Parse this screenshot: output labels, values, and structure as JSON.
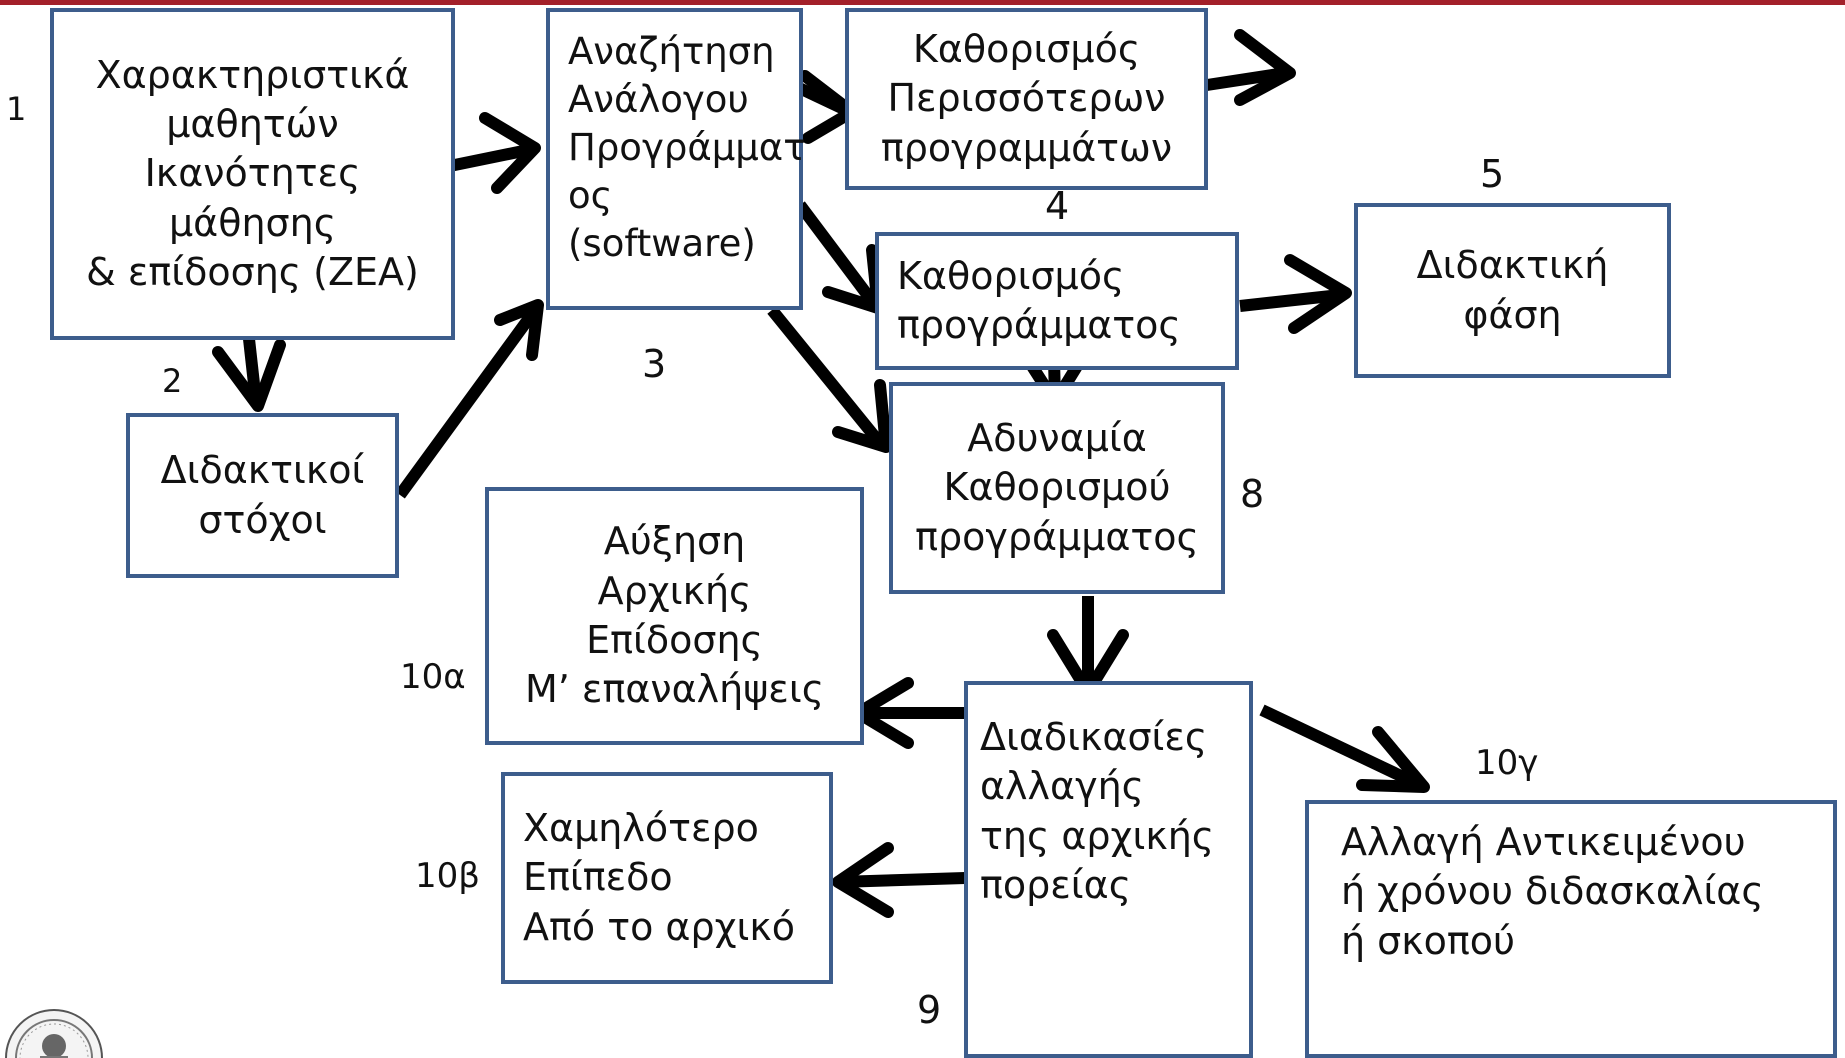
{
  "colors": {
    "box_border": "#3d5d8c",
    "top_bar": "#a3202a",
    "arrow": "#000000"
  },
  "boxes": {
    "b1": {
      "lines": [
        "Χαρακτηριστικά",
        "μαθητών",
        "Ικανότητες",
        "μάθησης",
        "& επίδοσης (ΖΕΑ)"
      ]
    },
    "b2": {
      "lines": [
        "Διδακτικοί",
        "στόχοι"
      ]
    },
    "b3": {
      "lines": [
        "Αναζήτηση",
        "Ανάλογου",
        "Προγράμματ",
        "ος",
        "(software)"
      ]
    },
    "b_more": {
      "lines": [
        "Καθορισμός",
        "Περισσότερων",
        "προγραμμάτων"
      ]
    },
    "b4": {
      "lines": [
        "Καθορισμός",
        "προγράμματος"
      ]
    },
    "b5": {
      "lines": [
        "Διδακτική",
        "φάση"
      ]
    },
    "b8": {
      "lines": [
        "Αδυναμία",
        "Καθορισμού",
        "προγράμματος"
      ]
    },
    "b10a": {
      "lines": [
        "Αύξηση",
        "Αρχικής",
        "Επίδοσης",
        "Μ’ επαναλήψεις"
      ]
    },
    "b9": {
      "lines": [
        "Διαδικασίες",
        "αλλαγής",
        "της αρχικής",
        "πορείας"
      ]
    },
    "b10b": {
      "lines": [
        "Χαμηλότερο",
        "Επίπεδο",
        "Από το αρχικό"
      ]
    },
    "b10g": {
      "lines": [
        "Αλλαγή  Αντικειμένου",
        "ή χρόνου  διδασκαλίας",
        "ή σκοπού"
      ]
    }
  },
  "numbers": {
    "n1": "1",
    "n2": "2",
    "n3": "3",
    "n4": "4",
    "n5": "5",
    "n8": "8",
    "n9": "9",
    "n10a": "10α",
    "n10b": "10β",
    "n10g": "10γ"
  },
  "logo": {
    "icon": "university-seal-icon"
  }
}
